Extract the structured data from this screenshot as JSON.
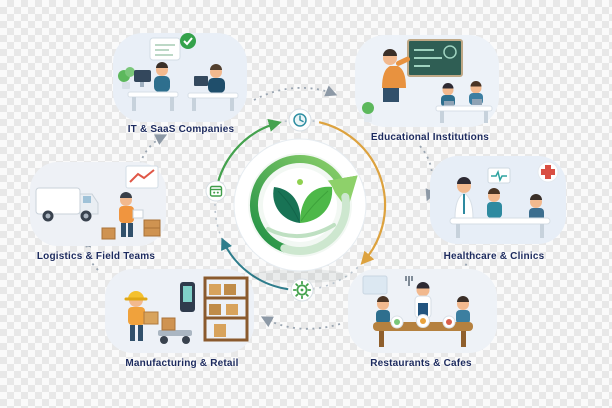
{
  "diagram": {
    "type": "cycle-infographic",
    "flow": "clockwise",
    "center": {
      "icon": "leaf-logo-icon",
      "ring_icons": [
        {
          "icon": "clock-icon",
          "position": "top"
        },
        {
          "icon": "calendar-icon",
          "position": "left"
        },
        {
          "icon": "gear-icon",
          "position": "bottom"
        }
      ],
      "colors": {
        "leaf_dark": "#187355",
        "leaf_light": "#4db848",
        "ring_green": "#2f9e44",
        "arc_green": "#44a24e",
        "arc_orange": "#dda23e",
        "arc_teal": "#2e7d8c",
        "connector_grey": "#9aa5b1",
        "label_navy": "#1c2a5e"
      }
    },
    "nodes": [
      {
        "id": "it-saas",
        "label": "IT & SaaS Companies",
        "position": "top-left"
      },
      {
        "id": "educational-institutions",
        "label": "Educational Institutions",
        "position": "top-right"
      },
      {
        "id": "logistics-field-teams",
        "label": "Logistics & Field Teams",
        "position": "mid-left"
      },
      {
        "id": "healthcare-clinics",
        "label": "Healthcare & Clinics",
        "position": "mid-right"
      },
      {
        "id": "manufacturing-retail",
        "label": "Manufacturing & Retail",
        "position": "bottom-left"
      },
      {
        "id": "restaurants-cafes",
        "label": "Restaurants & Cafes",
        "position": "bottom-right"
      }
    ]
  }
}
